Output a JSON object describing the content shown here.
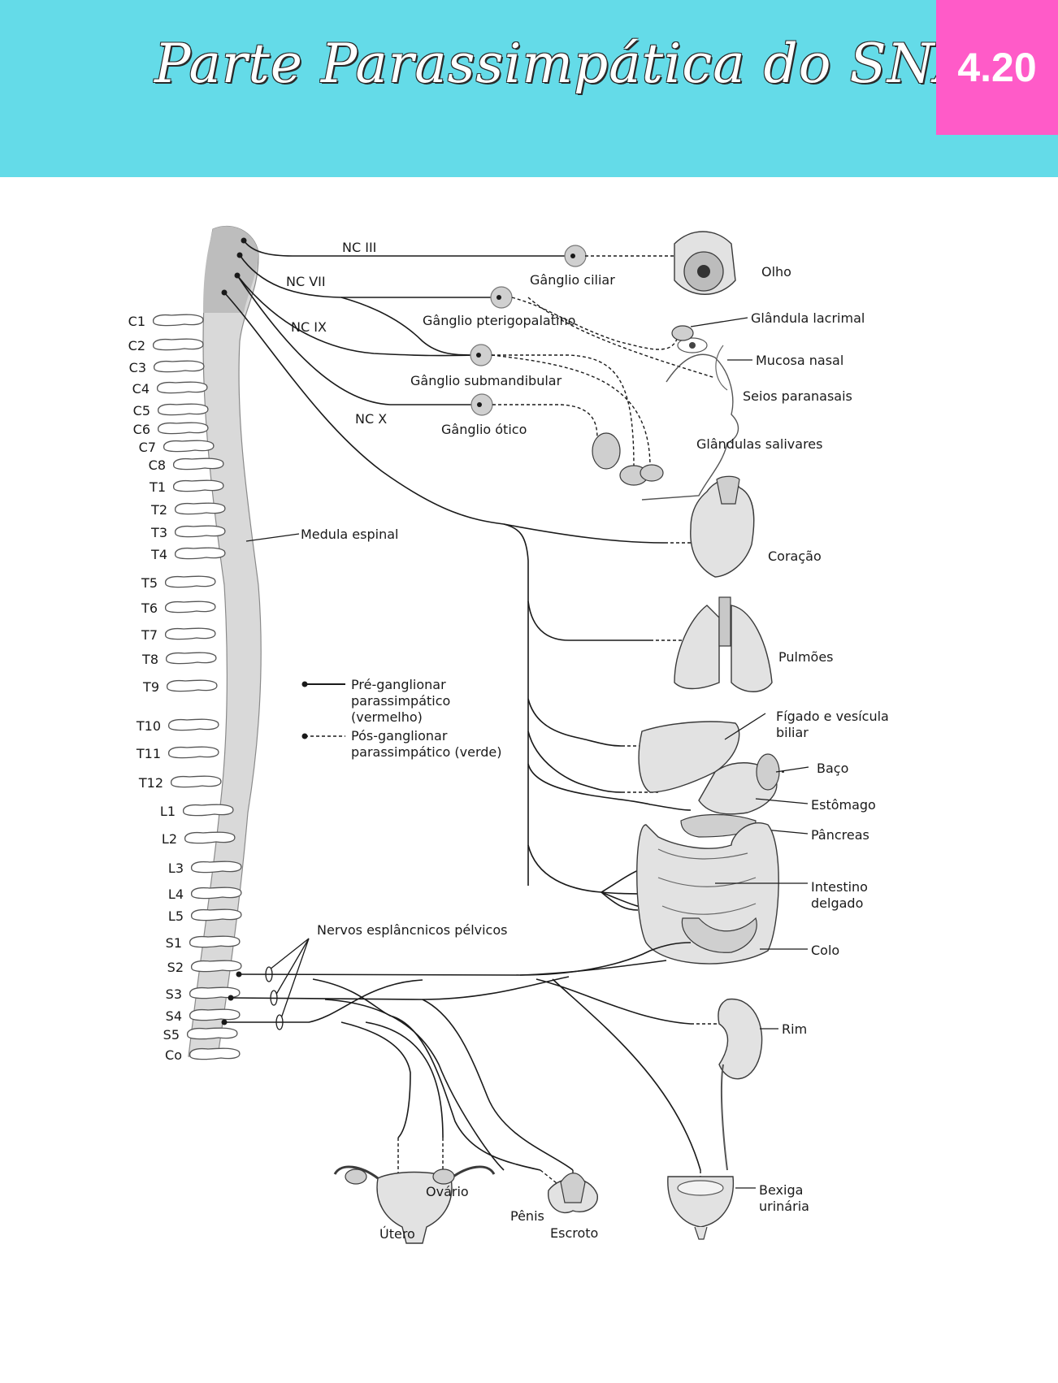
{
  "header": {
    "title": "Parte Parassimpática do SNA",
    "page_number": "4.20"
  },
  "colors": {
    "header_bg": "#64dbe8",
    "badge_bg": "#ff5bc8"
  },
  "nerves": {
    "nc3": "NC III",
    "nc7": "NC VII",
    "nc9": "NC IX",
    "nc10": "NC X"
  },
  "ganglia": {
    "ciliar": "Gânglio ciliar",
    "pterigopalatino": "Gânglio pterigopalatino",
    "submandibular": "Gânglio submandibular",
    "otico": "Gânglio ótico"
  },
  "organs": {
    "olho": "Olho",
    "glandula_lacrimal": "Glândula lacrimal",
    "mucosa_nasal": "Mucosa nasal",
    "seios_paranasais": "Seios paranasais",
    "glandulas_salivares": "Glândulas salivares",
    "coracao": "Coração",
    "pulmoes": "Pulmões",
    "figado_l1": "Fígado e vesícula",
    "figado_l2": "biliar",
    "baco": "Baço",
    "estomago": "Estômago",
    "pancreas": "Pâncreas",
    "intestino_l1": "Intestino",
    "intestino_l2": "delgado",
    "colo": "Colo",
    "rim": "Rim",
    "bexiga_l1": "Bexiga",
    "bexiga_l2": "urinária",
    "ovario": "Ovário",
    "utero": "Útero",
    "penis": "Pênis",
    "escroto": "Escroto"
  },
  "spine": {
    "medula": "Medula espinal",
    "nervos_pelvicos": "Nervos esplâncnicos pélvicos",
    "segments": [
      "C1",
      "C2",
      "C3",
      "C4",
      "C5",
      "C6",
      "C7",
      "C8",
      "T1",
      "T2",
      "T3",
      "T4",
      "T5",
      "T6",
      "T7",
      "T8",
      "T9",
      "T10",
      "T11",
      "T12",
      "L1",
      "L2",
      "L3",
      "L4",
      "L5",
      "S1",
      "S2",
      "S3",
      "S4",
      "S5",
      "Co"
    ]
  },
  "legend": {
    "pre_l1": "Pré-ganglionar",
    "pre_l2": "parassimpático",
    "pre_l3": "(vermelho)",
    "pos_l1": "Pós-ganglionar",
    "pos_l2": "parassimpático (verde)"
  }
}
